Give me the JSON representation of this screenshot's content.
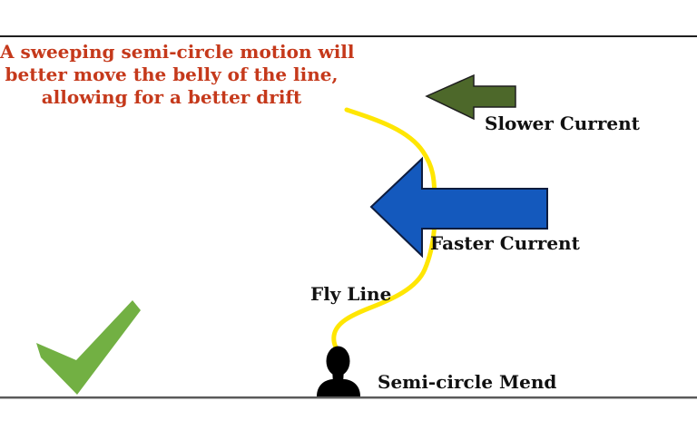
{
  "annotation": {
    "line1": "A sweeping semi-circle motion will",
    "line2": "better move the belly of the line,",
    "line3": "allowing for a better drift"
  },
  "labels": {
    "slower_current": "Slower Current",
    "faster_current": "Faster Current",
    "fly_line": "Fly Line",
    "semi_circle_mend": "Semi-circle Mend"
  },
  "icons": {
    "slower_current_arrow": "left-arrow",
    "faster_current_arrow": "left-arrow",
    "checkmark": "green-checkmark",
    "angler": "person-silhouette",
    "fly_line_curve": "yellow-s-curve"
  },
  "colors": {
    "annotation_red": "#c5391b",
    "slow_arrow_green": "#4d682a",
    "fast_arrow_blue": "#1459bd",
    "fly_line_yellow": "#ffe603",
    "checkmark_green": "#72b043",
    "label_black": "#111111",
    "top_rule": "#1f1f1f",
    "bottom_rule": "#5a5a5a",
    "silhouette_black": "#000000"
  }
}
